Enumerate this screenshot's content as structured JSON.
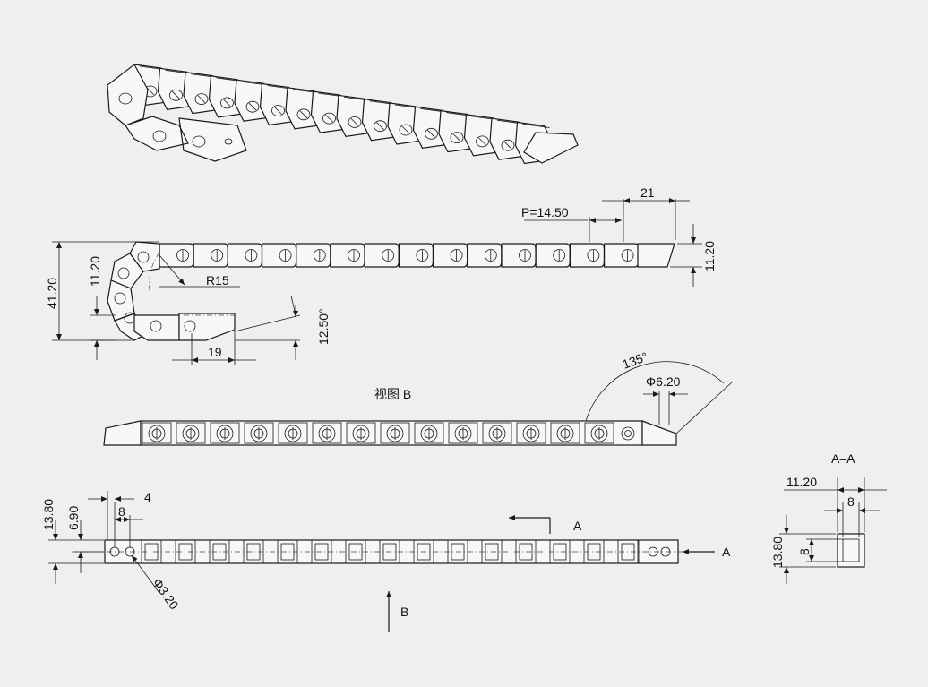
{
  "views": {
    "view_b_label": "视图 B",
    "section_label": "A–A"
  },
  "dimensions": {
    "pitch": "P=14.50",
    "end_length": "21",
    "height_right": "11.20",
    "height_left": "11.20",
    "total_height": "41.20",
    "bend_radius": "R15",
    "bracket_angle": "12.50°",
    "bracket_length": "19",
    "swivel_angle": "135°",
    "pin_diameter": "Φ6.20",
    "width_total": "13.80",
    "width_half": "6.90",
    "hole_spacing": "8",
    "hole_offset": "4",
    "hole_diameter": "Φ3.20",
    "section_width": "11.20",
    "section_inner": "8",
    "section_height": "13.80",
    "section_inner_height": "8"
  },
  "markers": {
    "cut_a_top": "A",
    "cut_a_side": "A",
    "view_b": "B"
  }
}
